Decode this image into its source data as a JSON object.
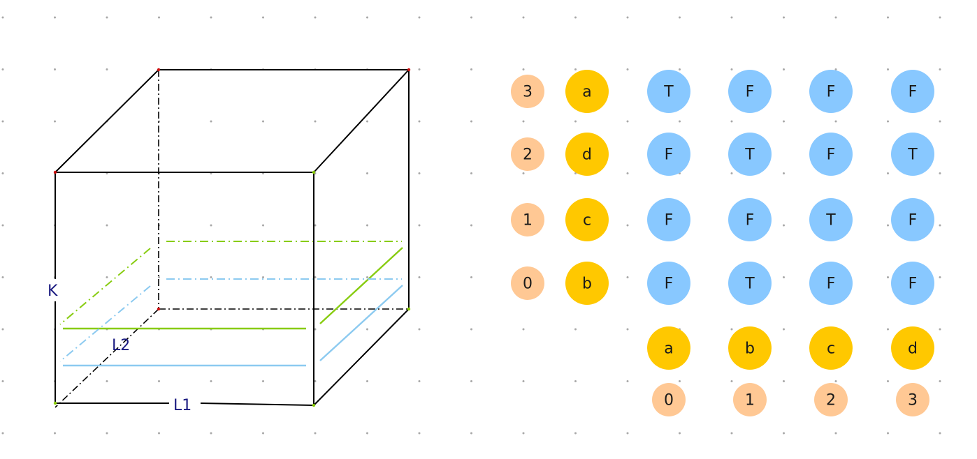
{
  "colors": {
    "background": "#ffffff",
    "grid_dot": "#a8a8a8",
    "edge": "#000000",
    "vertex_red": "#cc1111",
    "vertex_green": "#88cc00",
    "green_plane": "#88cc11",
    "blue_plane": "#8ccaf0",
    "label": "#1a1a80",
    "orange_circle": "#ffc894",
    "yellow_circle": "#ffc800",
    "blue_circle": "#88c8ff"
  },
  "cube": {
    "label_k": "K",
    "label_l1": "L1",
    "label_l2": "L2"
  },
  "table": {
    "row_indices": [
      "3",
      "2",
      "1",
      "0"
    ],
    "row_letters": [
      "a",
      "d",
      "c",
      "b"
    ],
    "cells": [
      [
        "T",
        "F",
        "F",
        "F"
      ],
      [
        "F",
        "T",
        "F",
        "T"
      ],
      [
        "F",
        "F",
        "T",
        "F"
      ],
      [
        "F",
        "T",
        "F",
        "F"
      ]
    ],
    "column_letters": [
      "a",
      "b",
      "c",
      "d"
    ],
    "column_indices": [
      "0",
      "1",
      "2",
      "3"
    ]
  }
}
